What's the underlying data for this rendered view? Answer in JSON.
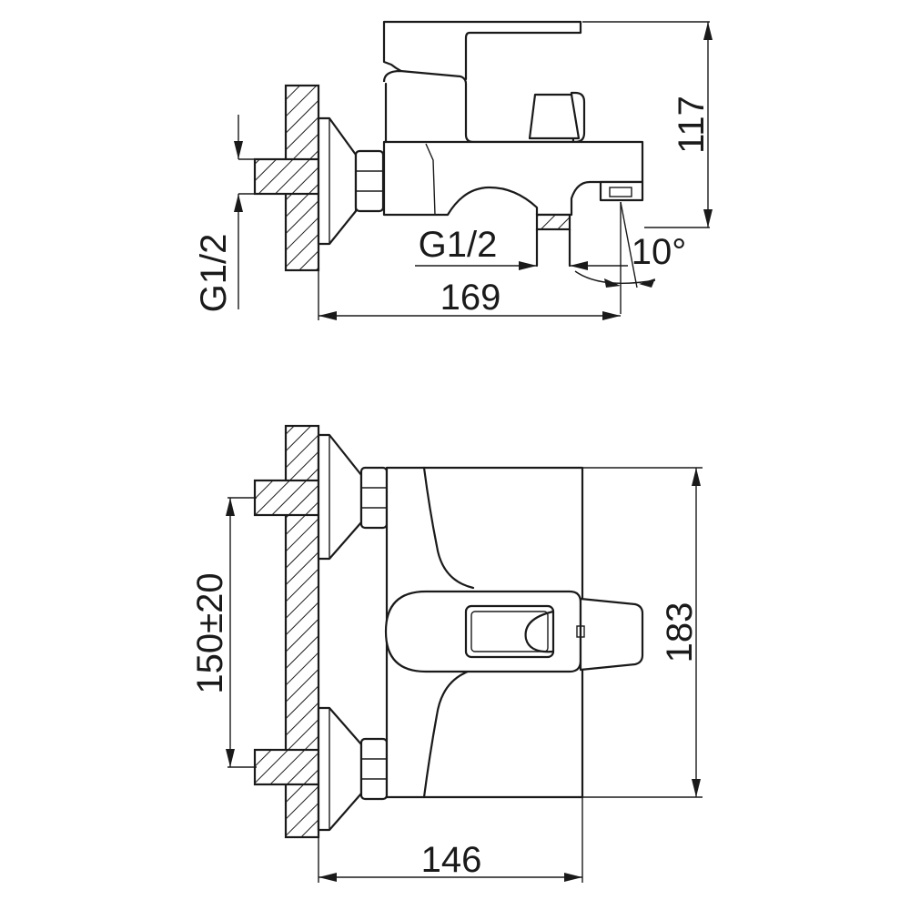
{
  "drawing": {
    "side_view": {
      "thread_label_left": "G1/2",
      "thread_label_spout": "G1/2",
      "angle_label": "10°",
      "height_label": "117",
      "depth_label": "169"
    },
    "front_view": {
      "centers_label": "150±20",
      "height_label": "183",
      "width_label": "146"
    },
    "colors": {
      "line": "#1a1a1a",
      "background": "#ffffff"
    }
  }
}
